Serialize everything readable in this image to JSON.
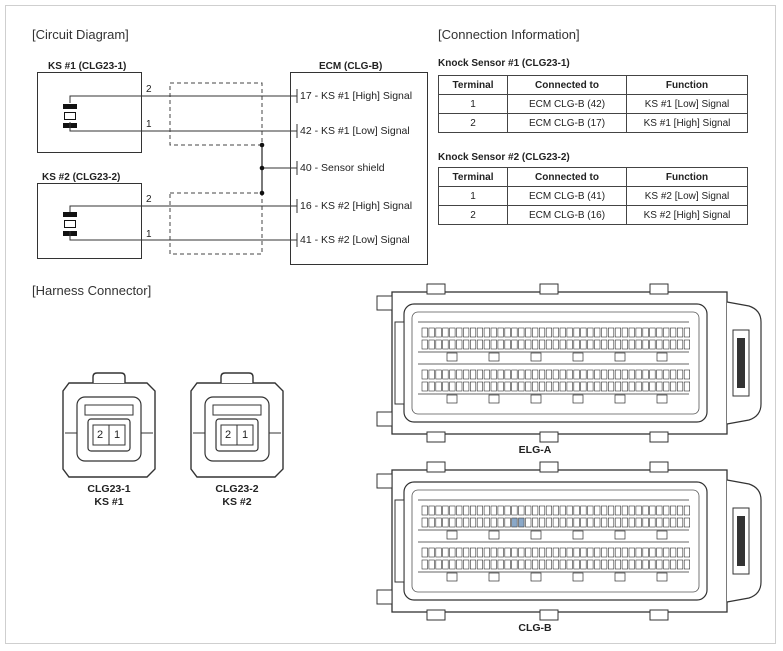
{
  "circuit": {
    "title": "[Circuit Diagram]",
    "ks1_label": "KS #1 (CLG23-1)",
    "ks2_label": "KS #2 (CLG23-2)",
    "ecm_label": "ECM (CLG-B)",
    "ks1_pins": [
      "2",
      "1"
    ],
    "ks2_pins": [
      "2",
      "1"
    ],
    "ecm_signals": [
      "17 - KS #1 [High] Signal",
      "42 - KS #1 [Low] Signal",
      "40 - Sensor shield",
      "16 - KS #2 [High] Signal",
      "41 - KS #2 [Low] Signal"
    ]
  },
  "connection": {
    "title": "[Connection Information]",
    "tables": [
      {
        "caption": "Knock Sensor #1 (CLG23-1)",
        "headers": [
          "Terminal",
          "Connected to",
          "Function"
        ],
        "rows": [
          [
            "1",
            "ECM CLG-B (42)",
            "KS #1 [Low] Signal"
          ],
          [
            "2",
            "ECM CLG-B (17)",
            "KS #1 [High] Signal"
          ]
        ]
      },
      {
        "caption": "Knock Sensor #2 (CLG23-2)",
        "headers": [
          "Terminal",
          "Connected to",
          "Function"
        ],
        "rows": [
          [
            "1",
            "ECM CLG-B (41)",
            "KS #2 [Low] Signal"
          ],
          [
            "2",
            "ECM CLG-B (16)",
            "KS #2 [High] Signal"
          ]
        ]
      }
    ]
  },
  "harness": {
    "title": "[Harness Connector]",
    "small_connectors": [
      {
        "pins": [
          "2",
          "1"
        ],
        "name": "CLG23-1",
        "sub": "KS #1"
      },
      {
        "pins": [
          "2",
          "1"
        ],
        "name": "CLG23-2",
        "sub": "KS #2"
      }
    ],
    "large_connectors": [
      {
        "name": "ELG-A"
      },
      {
        "name": "CLG-B"
      }
    ]
  }
}
